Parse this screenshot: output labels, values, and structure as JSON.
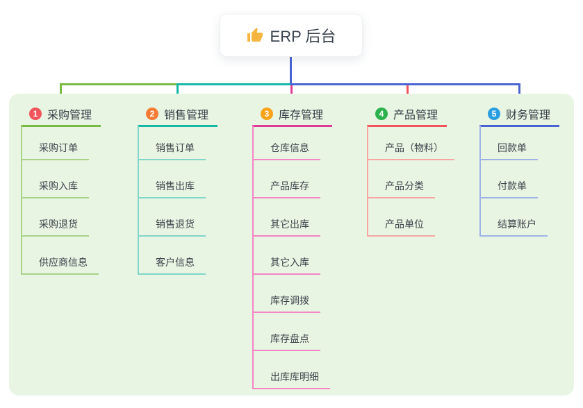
{
  "root": {
    "label": "ERP 后台",
    "icon": "thumbs-up-icon"
  },
  "branches": [
    {
      "badge": "1",
      "label": "采购管理",
      "color": "#79ba43",
      "light_color": "#a9d288",
      "badge_color": "#f2545b",
      "children": [
        "采购订单",
        "采购入库",
        "采购退货",
        "供应商信息"
      ]
    },
    {
      "badge": "2",
      "label": "销售管理",
      "color": "#14b8a6",
      "light_color": "#7fd6c9",
      "badge_color": "#f57c35",
      "children": [
        "销售订单",
        "销售出库",
        "销售退货",
        "客户信息"
      ]
    },
    {
      "badge": "3",
      "label": "库存管理",
      "color": "#df3a98",
      "light_color": "#f386c3",
      "badge_color": "#f9a21a",
      "children": [
        "仓库信息",
        "产品库存",
        "其它出库",
        "其它入库",
        "库存调拨",
        "库存盘点",
        "出库库明细"
      ]
    },
    {
      "badge": "4",
      "label": "产品管理",
      "color": "#f2545b",
      "light_color": "#f8a6a3",
      "badge_color": "#2bb24c",
      "children": [
        "产品（物料）",
        "产品分类",
        "产品单位"
      ]
    },
    {
      "badge": "5",
      "label": "财务管理",
      "color": "#4a63d3",
      "light_color": "#9fb2e8",
      "badge_color": "#2b9ee0",
      "children": [
        "回款单",
        "付款单",
        "结算账户"
      ]
    }
  ],
  "colors": {
    "panel_bg": "#e8f5e3",
    "root_stem": "#4a63d3",
    "text": "#3e434b",
    "header_text": "#333a45"
  }
}
